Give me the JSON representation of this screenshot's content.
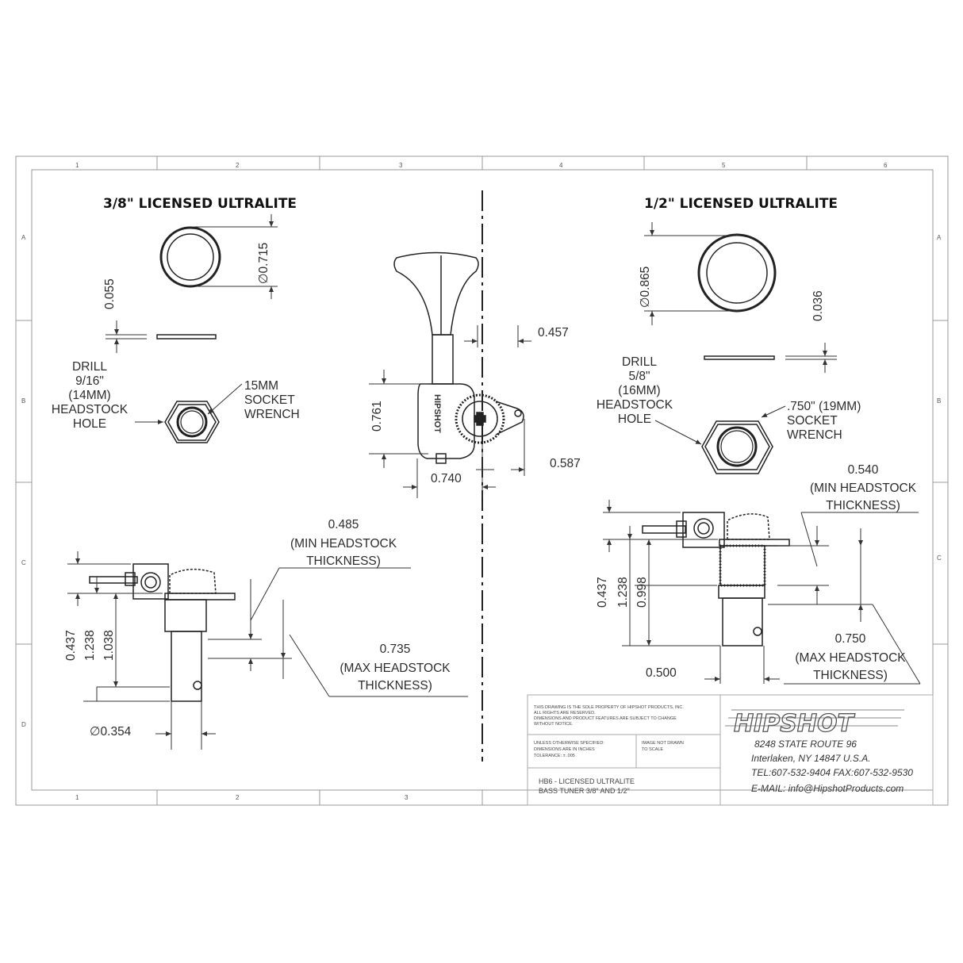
{
  "titles": {
    "left": "3/8\" LICENSED ULTRALITE",
    "right": "1/2\" LICENSED ULTRALITE"
  },
  "grid": {
    "columns_top": [
      "1",
      "2",
      "3",
      "4",
      "5",
      "6"
    ],
    "columns_bottom": [
      "1",
      "2",
      "3"
    ],
    "rows": [
      "A",
      "B",
      "C",
      "D"
    ]
  },
  "left_view": {
    "washer_diameter": "0.715",
    "washer_thickness": "0.055",
    "drill_label": [
      "DRILL",
      "9/16\"",
      "(14MM)",
      "HEADSTOCK",
      "HOLE"
    ],
    "wrench_label": [
      "15MM",
      "SOCKET",
      "WRENCH"
    ],
    "min_headstock_label": [
      "0.485",
      "(MIN HEADSTOCK",
      "THICKNESS)"
    ],
    "max_headstock_label": [
      "0.735",
      "(MAX HEADSTOCK",
      "THICKNESS)"
    ],
    "height_1": "0.437",
    "height_2": "1.238",
    "height_3": "1.038",
    "post_diameter": "0.354"
  },
  "center_view": {
    "dim_top_offset": "0.457",
    "dim_height": "0.761",
    "dim_width": "0.740",
    "dim_side": "0.587",
    "brand_mark": "HIPSHOT"
  },
  "right_view": {
    "washer_diameter": "0.865",
    "washer_thickness": "0.036",
    "drill_label": [
      "DRILL",
      "5/8\"",
      "(16MM)",
      "HEADSTOCK",
      "HOLE"
    ],
    "wrench_label": [
      ".750\" (19MM)",
      "SOCKET",
      "WRENCH"
    ],
    "min_headstock_label": [
      "0.540",
      "(MIN HEADSTOCK",
      "THICKNESS)"
    ],
    "max_headstock_label": [
      "0.750",
      "(MAX HEADSTOCK",
      "THICKNESS)"
    ],
    "height_1": "0.437",
    "height_2": "1.238",
    "height_3": "0.998",
    "post_width": "0.500"
  },
  "title_block": {
    "notice": [
      "THIS DRAWING IS THE SOLE PROPERTY OF HIPSHOT PRODUCTS, INC.",
      "ALL RIGHTS ARE RESERVED.",
      "DIMENSIONS AND PRODUCT FEATURES ARE SUBJECT TO CHANGE",
      "WITHOUT NOTICE."
    ],
    "spec": [
      "UNLESS OTHERWISE SPECIFIED:",
      "DIMENSIONS ARE IN INCHES",
      "TOLERANCE: ± .005"
    ],
    "scale_note": [
      "IMAGE NOT DRAWN",
      "TO SCALE"
    ],
    "part": [
      "HB6 - LICENSED ULTRALITE",
      "BASS TUNER 3/8\" AND 1/2\""
    ],
    "logo": "HIPSHOT",
    "address": [
      "8248 STATE ROUTE 96",
      "Interlaken, NY 14847 U.S.A.",
      "TEL:607-532-9404 FAX:607-532-9530",
      "E-MAIL: info@HipshotProducts.com"
    ]
  }
}
